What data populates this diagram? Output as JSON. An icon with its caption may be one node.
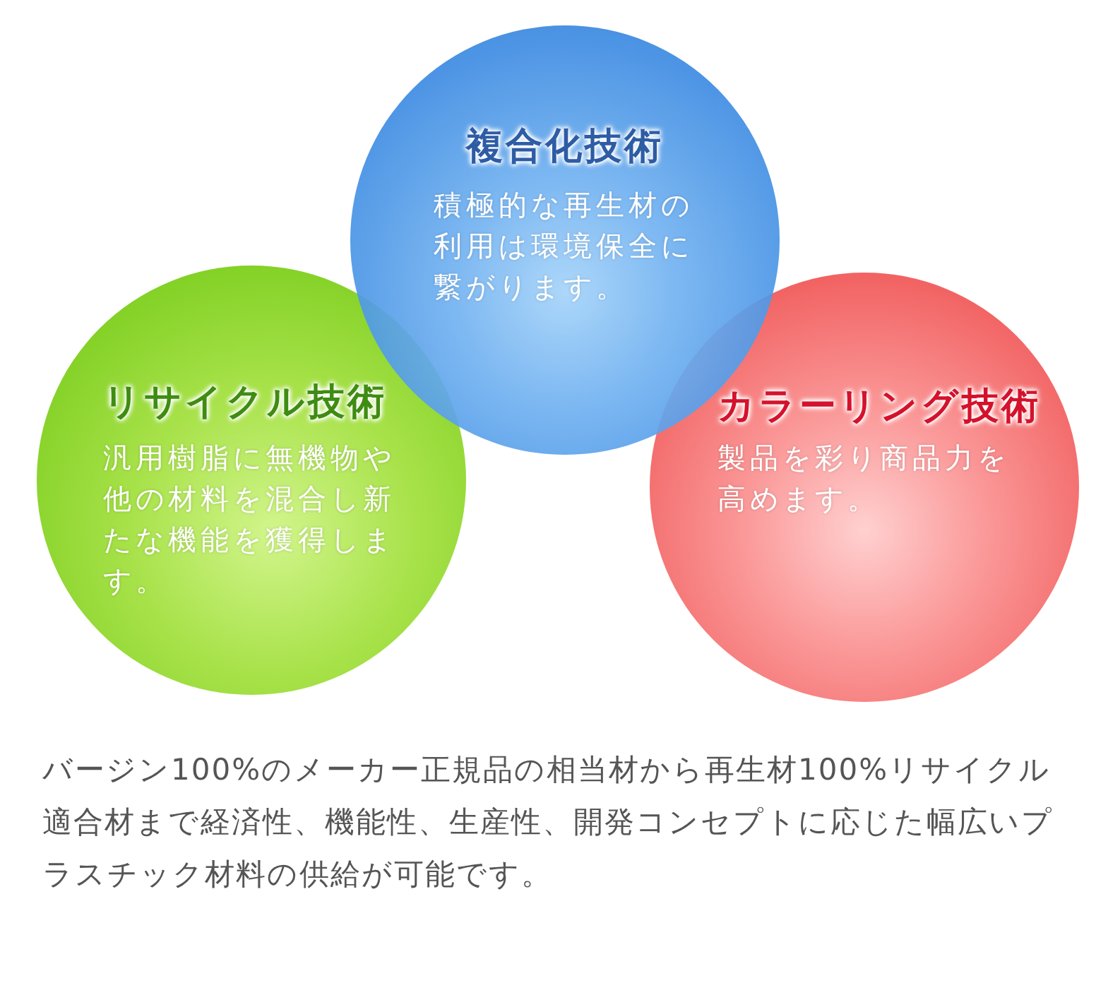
{
  "diagram": {
    "nodes": [
      {
        "text": [
          "複合化技術",
          "積極的な再生材の利用は環境保全に繋がります。"
        ]
      },
      {
        "text": [
          "リサイクル技術",
          "汎用樹脂に無機物や他の材料を混合し新たな機能を獲得します。"
        ]
      },
      {
        "text": [
          "カラーリング技術",
          "製品を彩り商品力を高めます。"
        ]
      }
    ],
    "caption": "バージン100%のメーカー正規品の相当材から再生材100%リサイクル適合材まで経済性、機能性、生産性、開発コンセプトに応じた幅広いプラスチック材料の供給が可能です。"
  }
}
